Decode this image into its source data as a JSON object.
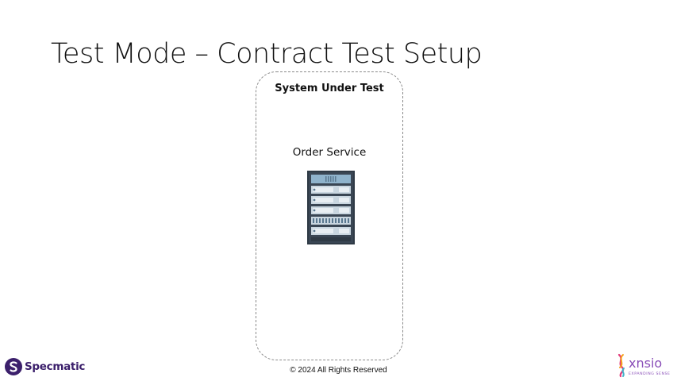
{
  "slide": {
    "title": "Test Mode – Contract Test Setup"
  },
  "system_under_test": {
    "label": "System Under Test",
    "service": {
      "label": "Order Service",
      "icon": "server-rack-icon"
    }
  },
  "footer": {
    "copyright": "© 2024 All Rights Reserved",
    "left_logo": {
      "text": "Specmatic",
      "icon": "specmatic-logo-icon"
    },
    "right_logo": {
      "wordmark": "xnsio",
      "tagline": "EXPANDING SENSE",
      "icon": "xnsio-logo-icon"
    }
  },
  "colors": {
    "specmatic_purple": "#3b1f6b",
    "rack_dark": "#2f3a45",
    "rack_blue": "#8fb3cc",
    "xnsio_gradient": [
      "#e23b7b",
      "#f6a21e",
      "#3fb0c9",
      "#8a4fb8"
    ]
  }
}
